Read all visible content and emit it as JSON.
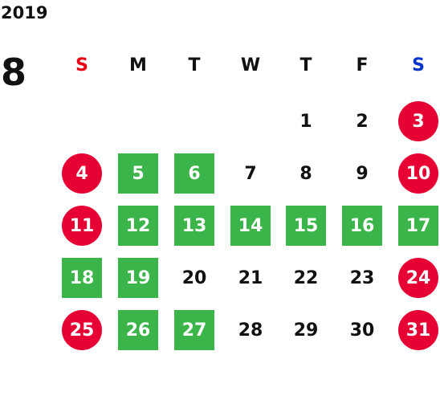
{
  "calendar": {
    "year": "2019",
    "month": "8",
    "colors": {
      "weekend_circle": "#e60033",
      "highlight_box": "#3bb54a",
      "sunday_label": "#e60012",
      "saturday_label": "#0033cc",
      "default_text": "#111111"
    },
    "weekdays": [
      {
        "label": "S",
        "style": "sun"
      },
      {
        "label": "M",
        "style": "normal"
      },
      {
        "label": "T",
        "style": "normal"
      },
      {
        "label": "W",
        "style": "normal"
      },
      {
        "label": "T",
        "style": "normal"
      },
      {
        "label": "F",
        "style": "normal"
      },
      {
        "label": "S",
        "style": "sat"
      }
    ],
    "weeks": [
      [
        null,
        null,
        null,
        null,
        {
          "day": "1",
          "mark": "none"
        },
        {
          "day": "2",
          "mark": "none"
        },
        {
          "day": "3",
          "mark": "circle"
        }
      ],
      [
        {
          "day": "4",
          "mark": "circle"
        },
        {
          "day": "5",
          "mark": "box"
        },
        {
          "day": "6",
          "mark": "box"
        },
        {
          "day": "7",
          "mark": "none"
        },
        {
          "day": "8",
          "mark": "none"
        },
        {
          "day": "9",
          "mark": "none"
        },
        {
          "day": "10",
          "mark": "circle"
        }
      ],
      [
        {
          "day": "11",
          "mark": "circle"
        },
        {
          "day": "12",
          "mark": "box"
        },
        {
          "day": "13",
          "mark": "box"
        },
        {
          "day": "14",
          "mark": "box"
        },
        {
          "day": "15",
          "mark": "box"
        },
        {
          "day": "16",
          "mark": "box"
        },
        {
          "day": "17",
          "mark": "box"
        }
      ],
      [
        {
          "day": "18",
          "mark": "box"
        },
        {
          "day": "19",
          "mark": "box"
        },
        {
          "day": "20",
          "mark": "none"
        },
        {
          "day": "21",
          "mark": "none"
        },
        {
          "day": "22",
          "mark": "none"
        },
        {
          "day": "23",
          "mark": "none"
        },
        {
          "day": "24",
          "mark": "circle"
        }
      ],
      [
        {
          "day": "25",
          "mark": "circle"
        },
        {
          "day": "26",
          "mark": "box"
        },
        {
          "day": "27",
          "mark": "box"
        },
        {
          "day": "28",
          "mark": "none"
        },
        {
          "day": "29",
          "mark": "none"
        },
        {
          "day": "30",
          "mark": "none"
        },
        {
          "day": "31",
          "mark": "circle"
        }
      ]
    ]
  }
}
